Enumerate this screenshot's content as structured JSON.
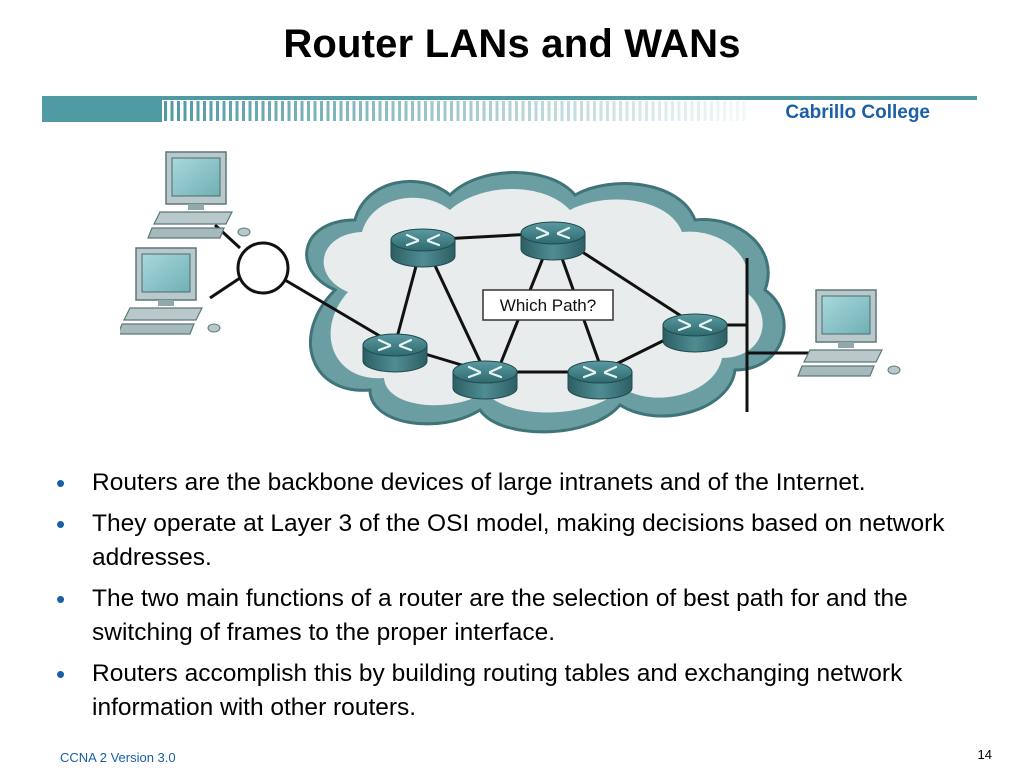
{
  "title": "Router LANs and WANs",
  "college": "Cabrillo College",
  "diagram": {
    "path_label": "Which Path?"
  },
  "bullets": [
    "Routers are the backbone devices of large intranets and of the Internet.",
    "They operate at Layer 3 of the OSI model, making decisions based on network addresses.",
    "The two main functions of a router are the selection of best path for and the switching of frames to the proper interface.",
    "Routers accomplish this by building routing tables and exchanging network information with other routers."
  ],
  "footer": {
    "course": "CCNA 2 Version 3.0",
    "page": "14"
  },
  "colors": {
    "accent": "#1a5fa8",
    "bar": "#4f9aa3",
    "router": "#3d7c82",
    "cloud": "#6b9ea3"
  }
}
